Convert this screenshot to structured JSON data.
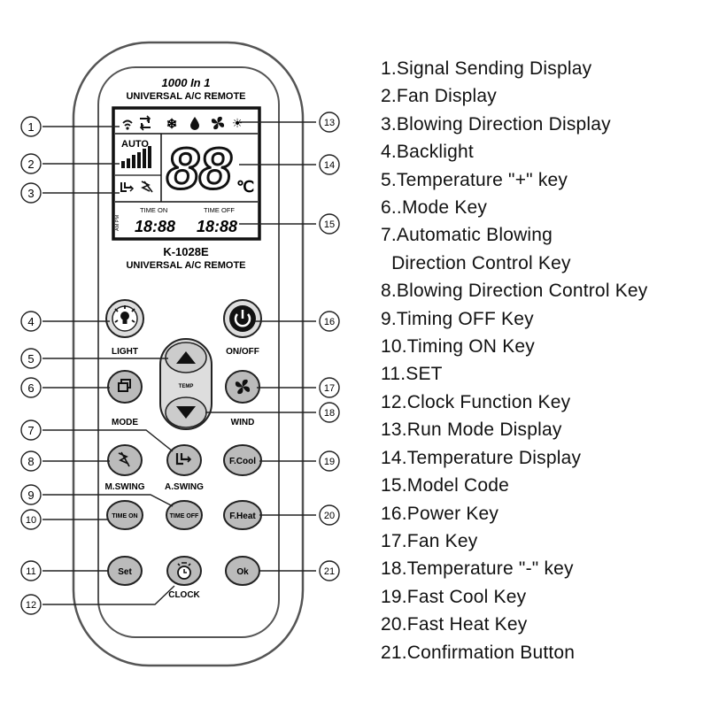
{
  "remote": {
    "brand_line1": "1000 In 1",
    "brand_line2": "UNIVERSAL A/C REMOTE",
    "lcd_mode_auto": "AUTO",
    "lcd_temp": "88",
    "lcd_unit": "℃",
    "lcd_time_on_label": "TIME ON",
    "lcd_time_off_label": "TIME OFF",
    "lcd_time_on_value": "18:88",
    "lcd_time_off_value": "18:88",
    "lcd_ampm": "AM PM",
    "model": "K-1028E",
    "model_sub": "UNIVERSAL A/C REMOTE",
    "buttons": {
      "light": "LIGHT",
      "onoff": "ON/OFF",
      "temp": "TEMP",
      "mode": "MODE",
      "wind": "WIND",
      "mswing": "M.SWING",
      "aswing": "A.SWING",
      "fcool": "F.Cool",
      "timeon": "TIME ON",
      "timeoff": "TIME OFF",
      "fheat": "F.Heat",
      "set": "Set",
      "clock": "CLOCK",
      "ok": "Ok"
    }
  },
  "callouts": [
    "1",
    "2",
    "3",
    "4",
    "5",
    "6",
    "7",
    "8",
    "9",
    "10",
    "11",
    "12",
    "13",
    "14",
    "15",
    "16",
    "17",
    "18",
    "19",
    "20",
    "21"
  ],
  "legend": [
    "1.Signal Sending Display",
    "2.Fan Display",
    "3.Blowing Direction Display",
    "4.Backlight",
    "5.Temperature \"+\" key",
    "6..Mode Key",
    "7.Automatic Blowing",
    "  Direction Control Key",
    "8.Blowing Direction Control Key",
    "9.Timing OFF Key",
    "10.Timing ON Key",
    "11.SET",
    "12.Clock Function Key",
    "13.Run Mode Display",
    "14.Temperature Display",
    "15.Model Code",
    "16.Power Key",
    "17.Fan Key",
    "18.Temperature \"-\" key",
    "19.Fast Cool Key",
    "20.Fast Heat Key",
    "21.Confirmation Button"
  ]
}
